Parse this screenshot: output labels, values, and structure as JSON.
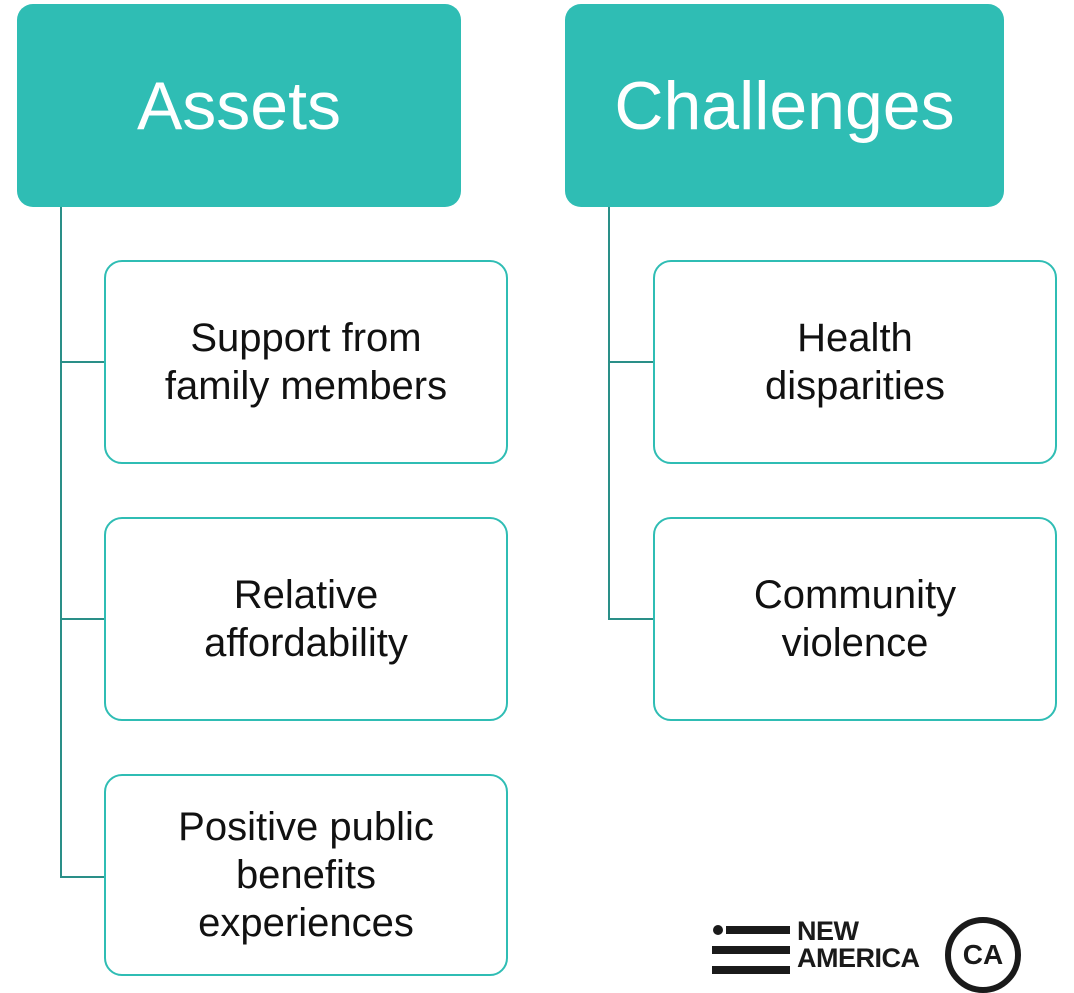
{
  "colors": {
    "header_fill": "#2fbdb4",
    "box_border": "#2fbdb4",
    "connector": "#2a8f88"
  },
  "assets": {
    "title": "Assets",
    "items": [
      "Support from\nfamily members",
      "Relative\naffordability",
      "Positive public\nbenefits\nexperiences"
    ]
  },
  "challenges": {
    "title": "Challenges",
    "items": [
      "Health\ndisparities",
      "Community\nviolence"
    ]
  },
  "logos": {
    "new_america": {
      "line1": "NEW",
      "line2": "AMERICA"
    },
    "ca": "CA"
  }
}
